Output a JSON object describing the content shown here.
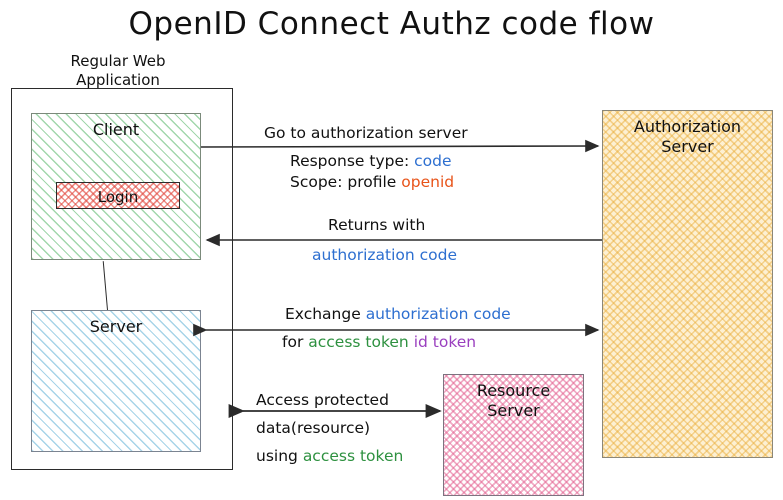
{
  "diagram": {
    "title": "OpenID Connect Authz code flow",
    "app_container_label": "Regular Web\nApplication",
    "app_container_line1": "Regular Web",
    "app_container_line2": "Application"
  },
  "nodes": {
    "client": {
      "label": "Client",
      "fill": "#46af5a",
      "style": "diagonal-hatch-green"
    },
    "login": {
      "label": "Login",
      "fill": "#e1463c",
      "style": "crosshatch-red"
    },
    "server": {
      "label": "Server",
      "fill": "#50aad2",
      "style": "diagonal-hatch-blue"
    },
    "authorization_server": {
      "line1": "Authorization",
      "line2": "Server",
      "fill": "#e8aa32",
      "style": "crosshatch-orange"
    },
    "resource_server": {
      "line1": "Resource",
      "line2": "Server",
      "fill": "#e25a8c",
      "style": "crosshatch-pink"
    }
  },
  "flows": [
    {
      "id": "flow-1",
      "direction": "client-to-authorization-server",
      "above": "Go to authorization server",
      "below_line1_prefix": "Response type:",
      "below_line1_value": "code",
      "below_line1_value_color": "#2d6fd0",
      "below_line2_prefix": "Scope: profile",
      "below_line2_value": "openid",
      "below_line2_value_color": "#e8541a"
    },
    {
      "id": "flow-2",
      "direction": "authorization-server-to-client",
      "above": "Returns with",
      "below_value": "authorization code",
      "below_value_color": "#2d6fd0"
    },
    {
      "id": "flow-3",
      "direction": "bidirectional-server-authorization-server",
      "above_prefix": "Exchange",
      "above_value": "authorization code",
      "above_value_color": "#2d6fd0",
      "below_prefix": "for",
      "below_value1": "access token",
      "below_value1_color": "#2e9140",
      "below_value2": "id token",
      "below_value2_color": "#9a3fbf"
    },
    {
      "id": "flow-4",
      "direction": "bidirectional-server-resource-server",
      "above": "Access protected",
      "below_line1": "data(resource)",
      "below_line2_prefix": "using",
      "below_line2_value": "access token",
      "below_line2_value_color": "#2e9140"
    }
  ],
  "colors": {
    "ink": "#111111",
    "blue": "#2d6fd0",
    "orange": "#e8541a",
    "green": "#2e9140",
    "purple": "#9a3fbf",
    "background": "#ffffff"
  }
}
